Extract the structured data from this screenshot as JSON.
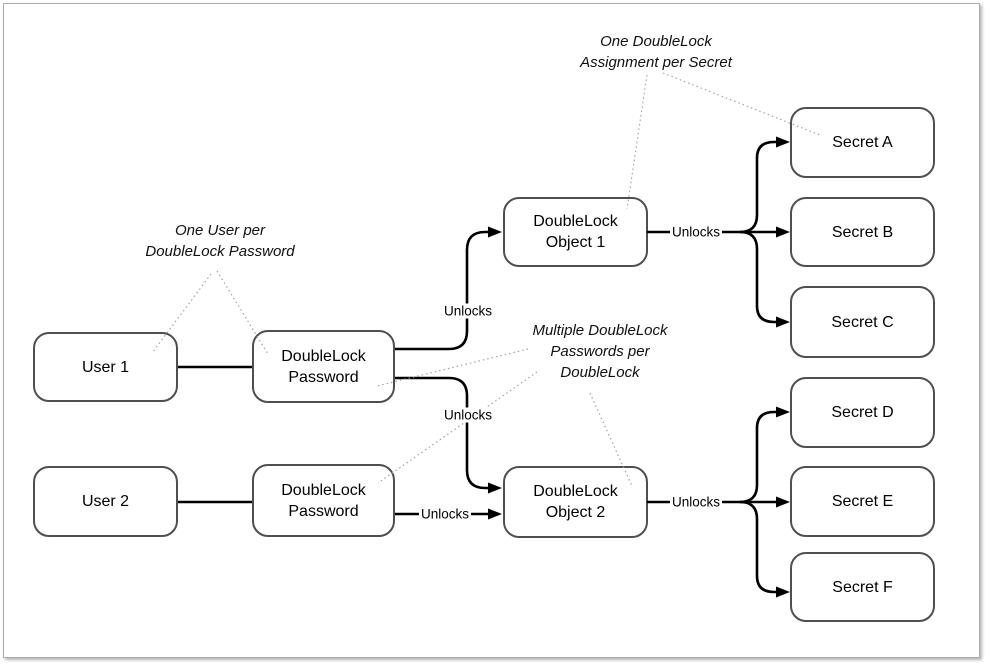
{
  "diagram": {
    "nodes": {
      "user1": {
        "label": "User 1"
      },
      "user2": {
        "label": "User 2"
      },
      "password1": {
        "label": "DoubleLock\nPassword"
      },
      "password2": {
        "label": "DoubleLock\nPassword"
      },
      "object1": {
        "label": "DoubleLock\nObject 1"
      },
      "object2": {
        "label": "DoubleLock\nObject 2"
      },
      "secretA": {
        "label": "Secret A"
      },
      "secretB": {
        "label": "Secret B"
      },
      "secretC": {
        "label": "Secret C"
      },
      "secretD": {
        "label": "Secret D"
      },
      "secretE": {
        "label": "Secret E"
      },
      "secretF": {
        "label": "Secret F"
      }
    },
    "edge_label": "Unlocks",
    "annotations": {
      "one_assignment": "One DoubleLock\nAssignment per Secret",
      "one_user": "One User per\nDoubleLock Password",
      "multiple_passwords": "Multiple DoubleLock\nPasswords per\nDoubleLock"
    },
    "colors": {
      "node_border": "#4f4f4f",
      "connector": "#000000",
      "annotation_line": "#a3a3a3",
      "frame_border": "#adadad"
    }
  }
}
